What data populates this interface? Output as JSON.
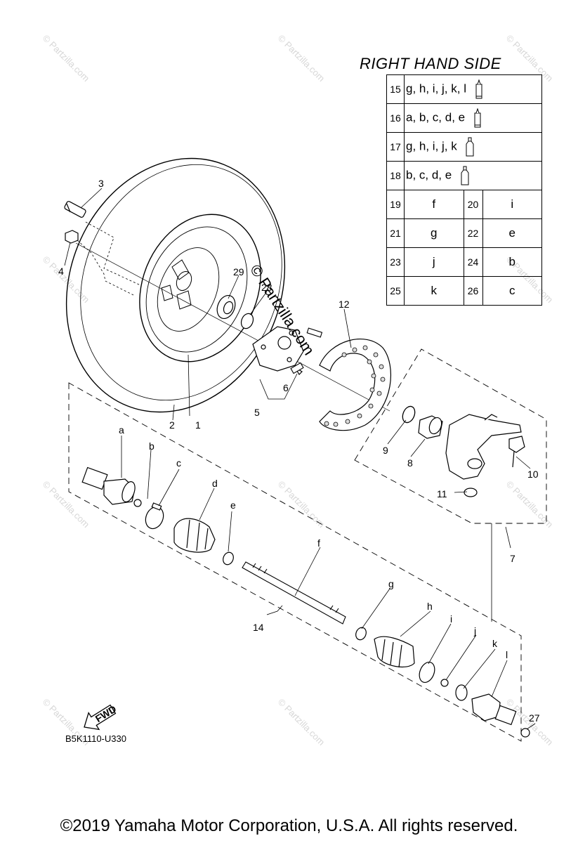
{
  "table": {
    "title": "RIGHT HAND SIDE",
    "grease_rows": [
      {
        "num": "15",
        "items": "g, h, i, j, k, l",
        "tube": "tube-a-icon"
      },
      {
        "num": "16",
        "items": "a, b, c, d, e",
        "tube": "tube-a-icon"
      },
      {
        "num": "17",
        "items": "g, h, i, j, k",
        "tube": "tube-b-icon"
      },
      {
        "num": "18",
        "items": "b, c, d, e",
        "tube": "tube-b-icon"
      }
    ],
    "pair_rows": [
      {
        "n1": "19",
        "v1": "f",
        "n2": "20",
        "v2": "i"
      },
      {
        "n1": "21",
        "v1": "g",
        "n2": "22",
        "v2": "e"
      },
      {
        "n1": "23",
        "v1": "j",
        "n2": "24",
        "v2": "b"
      },
      {
        "n1": "25",
        "v1": "k",
        "n2": "26",
        "v2": "c"
      }
    ]
  },
  "callouts": [
    "1",
    "2",
    "3",
    "4",
    "5",
    "6",
    "7",
    "8",
    "9",
    "10",
    "11",
    "12",
    "14",
    "27",
    "28",
    "29"
  ],
  "letters": [
    "a",
    "b",
    "c",
    "d",
    "e",
    "f",
    "g",
    "h",
    "i",
    "j",
    "k",
    "l"
  ],
  "fwd_label": "FWD",
  "ref_code": "B5K1110-U330",
  "watermark": "© Partzilla.com",
  "partzilla_overlay": "© Partzilla.com",
  "copyright": "©2019 Yamaha Motor Corporation, U.S.A. All rights reserved."
}
